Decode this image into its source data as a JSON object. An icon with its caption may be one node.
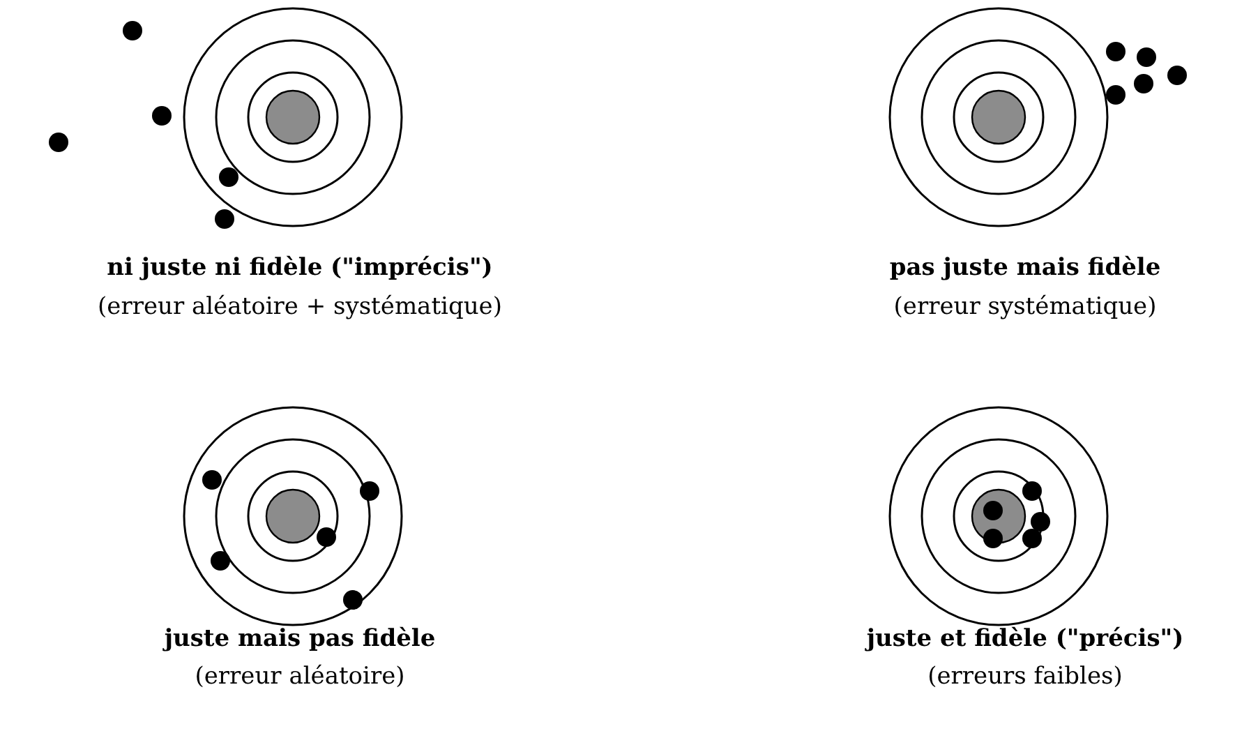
{
  "diagram": {
    "labels": [
      "ni juste ni fidèle (\"imprécis\")",
      "(erreur aléatoire + systématique)",
      "pas juste mais fidèle",
      "(erreur systématique)",
      "juste mais pas fidèle",
      "(erreur aléatoire)",
      "juste et fidèle (\"précis\")",
      "(erreurs faibles)"
    ]
  }
}
